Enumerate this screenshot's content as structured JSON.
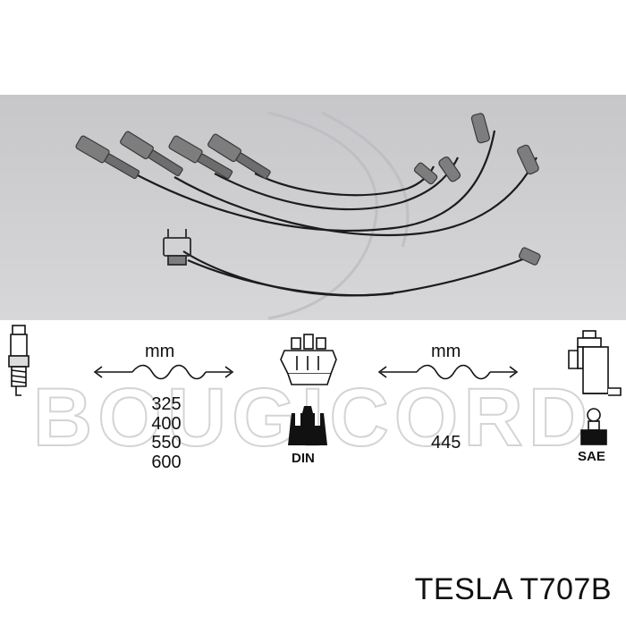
{
  "watermark": "BOUGICORD",
  "left_section": {
    "unit": "mm",
    "lengths": [
      "325",
      "400",
      "550",
      "600"
    ]
  },
  "center_section": {
    "connector_label": "DIN"
  },
  "right_section": {
    "unit": "mm",
    "length": "445",
    "connector_label": "SAE"
  },
  "footer": {
    "title": "TESLA T707B"
  },
  "colors": {
    "photo_background": "#cbcbce",
    "wire": "#1c1c1c",
    "boot": "#7a7a7a",
    "text": "#111111",
    "watermark": "#d4d4d6"
  }
}
